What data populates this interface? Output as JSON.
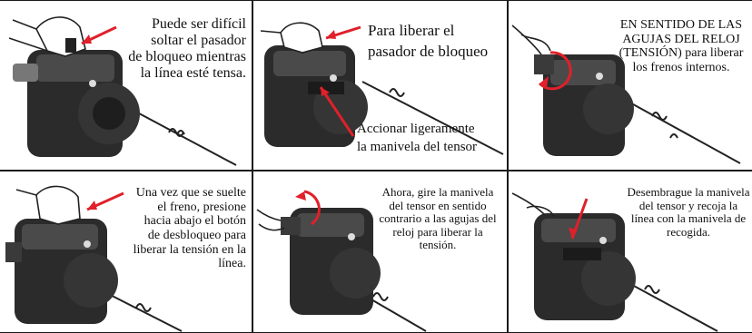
{
  "colors": {
    "arrow": "#e0202a",
    "device": "#2b2b2b",
    "border": "#1a1a1a"
  },
  "panels": [
    {
      "id": "p1",
      "lines": [
        "Puede ser difícil",
        "soltar el pasador",
        "de bloqueo mientras",
        "la línea esté tensa."
      ]
    },
    {
      "id": "p2",
      "lines_top": [
        "Para liberar el",
        "pasador de bloqueo"
      ],
      "lines_bottom": [
        "Accionar ligeramente",
        "la manivela del tensor"
      ]
    },
    {
      "id": "p3",
      "lines": [
        "EN SENTIDO DE LAS",
        "AGUJAS DEL RELOJ",
        "(TENSIÓN) para liberar",
        "los frenos internos."
      ]
    },
    {
      "id": "p4",
      "lines": [
        "Una vez que se suelte",
        "el freno, presione",
        "hacia abajo el botón",
        "de desbloqueo para",
        "liberar la tensión en la",
        "línea."
      ]
    },
    {
      "id": "p5",
      "lines": [
        "Ahora, gire la manivela",
        "del tensor en sentido",
        "contrario a las agujas del",
        "reloj para liberar la",
        "tensión."
      ]
    },
    {
      "id": "p6",
      "lines": [
        "Desembrague la manivela",
        "del tensor y recoja la",
        "línea con la manivela de",
        "recogida."
      ]
    }
  ]
}
